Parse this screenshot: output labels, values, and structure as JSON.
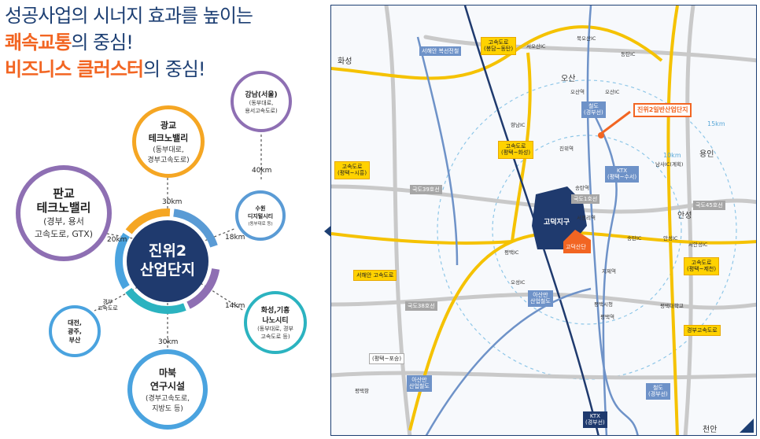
{
  "headline": {
    "line1": "성공사업의 시너지 효과를 높이는",
    "line2_accent": "쾌속교통",
    "line2_rest": "의 중심!",
    "line3_accent": "비즈니스 클러스터",
    "line3_rest": "의 중심!"
  },
  "diagram": {
    "center": {
      "line1": "진위2",
      "line2": "산업단지"
    },
    "nodes": [
      {
        "key": "pangyo",
        "title_l1": "판교",
        "title_l2": "테크노밸리",
        "sub_l1": "(경부, 용서",
        "sub_l2": "고속도로, GTX)"
      },
      {
        "key": "gwanggyo",
        "title_l1": "광교",
        "title_l2": "테크노밸리",
        "sub_l1": "(동부대로,",
        "sub_l2": "경부고속도로)"
      },
      {
        "key": "gangnam",
        "title_l1": "강남(서울)",
        "sub_l1": "(동부대로,",
        "sub_l2": "용서고속도로)"
      },
      {
        "key": "suwon",
        "title_l1": "수원",
        "title_l2": "디지털시티",
        "sub_l1": "(동부대로 등)"
      },
      {
        "key": "hwaseong",
        "title_l1": "화성,기흥",
        "title_l2": "나노시티",
        "sub_l1": "(동부대로, 경부",
        "sub_l2": "고속도로 등)"
      },
      {
        "key": "mabuk",
        "title_l1": "마북",
        "title_l2": "연구시설",
        "sub_l1": "(경부고속도로,",
        "sub_l2": "지방도 등)"
      },
      {
        "key": "daejeon",
        "title_l1": "대전,",
        "title_l2": "광주,",
        "title_l3": "부산"
      }
    ],
    "distances": {
      "gwanggyo": "30km",
      "pangyo": "20km",
      "suwon": "18km",
      "gangnam": "40km",
      "hwaseong": "14km",
      "mabuk": "30km"
    },
    "highway_label_l1": "경부",
    "highway_label_l2": "고속도로"
  },
  "map": {
    "cities": {
      "hwaseong": "화성",
      "osan": "오산",
      "yongin": "용인",
      "anseong": "안성",
      "cheonan": "천안"
    },
    "rings": {
      "r1": "15km",
      "r2": "10km"
    },
    "boxes": {
      "seohae_bokseon": "서해안 복선전철",
      "bongdam_dongtan": "고속도로\n(봉담~동탄)",
      "pyeongtaek_hwaseong": "고속도로\n(평택~화성)",
      "pyeongtaek_siheung": "고속도로\n(평택~시흥)",
      "rail_gyeongbu": "철도\n(경부선)",
      "ktx_suseo": "KTX\n(평택~수서)",
      "route39": "국도39호선",
      "route1": "국도1호선",
      "route45": "국도45호선",
      "seohaean_exp": "서해안 고속도로",
      "route38": "국도38호선",
      "asan_rail1": "아산만\n산업철도",
      "pyeongtaek_jecheon": "고속도로\n(평택~제천)",
      "gyeongbu_exp": "경부고속도로",
      "pyeongtaek_poseung": "(평택~포승)",
      "asan_rail2": "아산만\n산업철도",
      "ktx_gyeongbu": "KTX\n(경부선)",
      "rail_gyeongbu2": "철도\n(경부선)"
    },
    "labels": {
      "jinwi2": "진위2일반산업단지",
      "godeok": "고덕지구",
      "godeok_dan": "고덕산단",
      "bukosan_ic": "북오산IC",
      "seoosan_ic": "서오산IC",
      "dongtan_ic": "동탄IC",
      "osan_ic": "오산IC",
      "osan_st": "오산역",
      "jinwi_st": "진위역",
      "songtan_st": "송탄역",
      "seojeong_st": "서정리역",
      "hyangnam_ic": "향남IC",
      "namsa_ic": "남사IC(계획)",
      "pyeongtaek_ic": "평택IC",
      "jije_st": "지제역",
      "songtan_ic": "송탄IC",
      "anseong_ic": "안성IC",
      "seoanseong_ic": "서안성IC",
      "osong_ic": "오성IC",
      "pyeongtaek_sicheong": "평택시청",
      "pyeongtaek_st": "평택역",
      "pyeongtaek_univ": "평택대학교",
      "pyeongtaek_port": "평택항"
    }
  }
}
